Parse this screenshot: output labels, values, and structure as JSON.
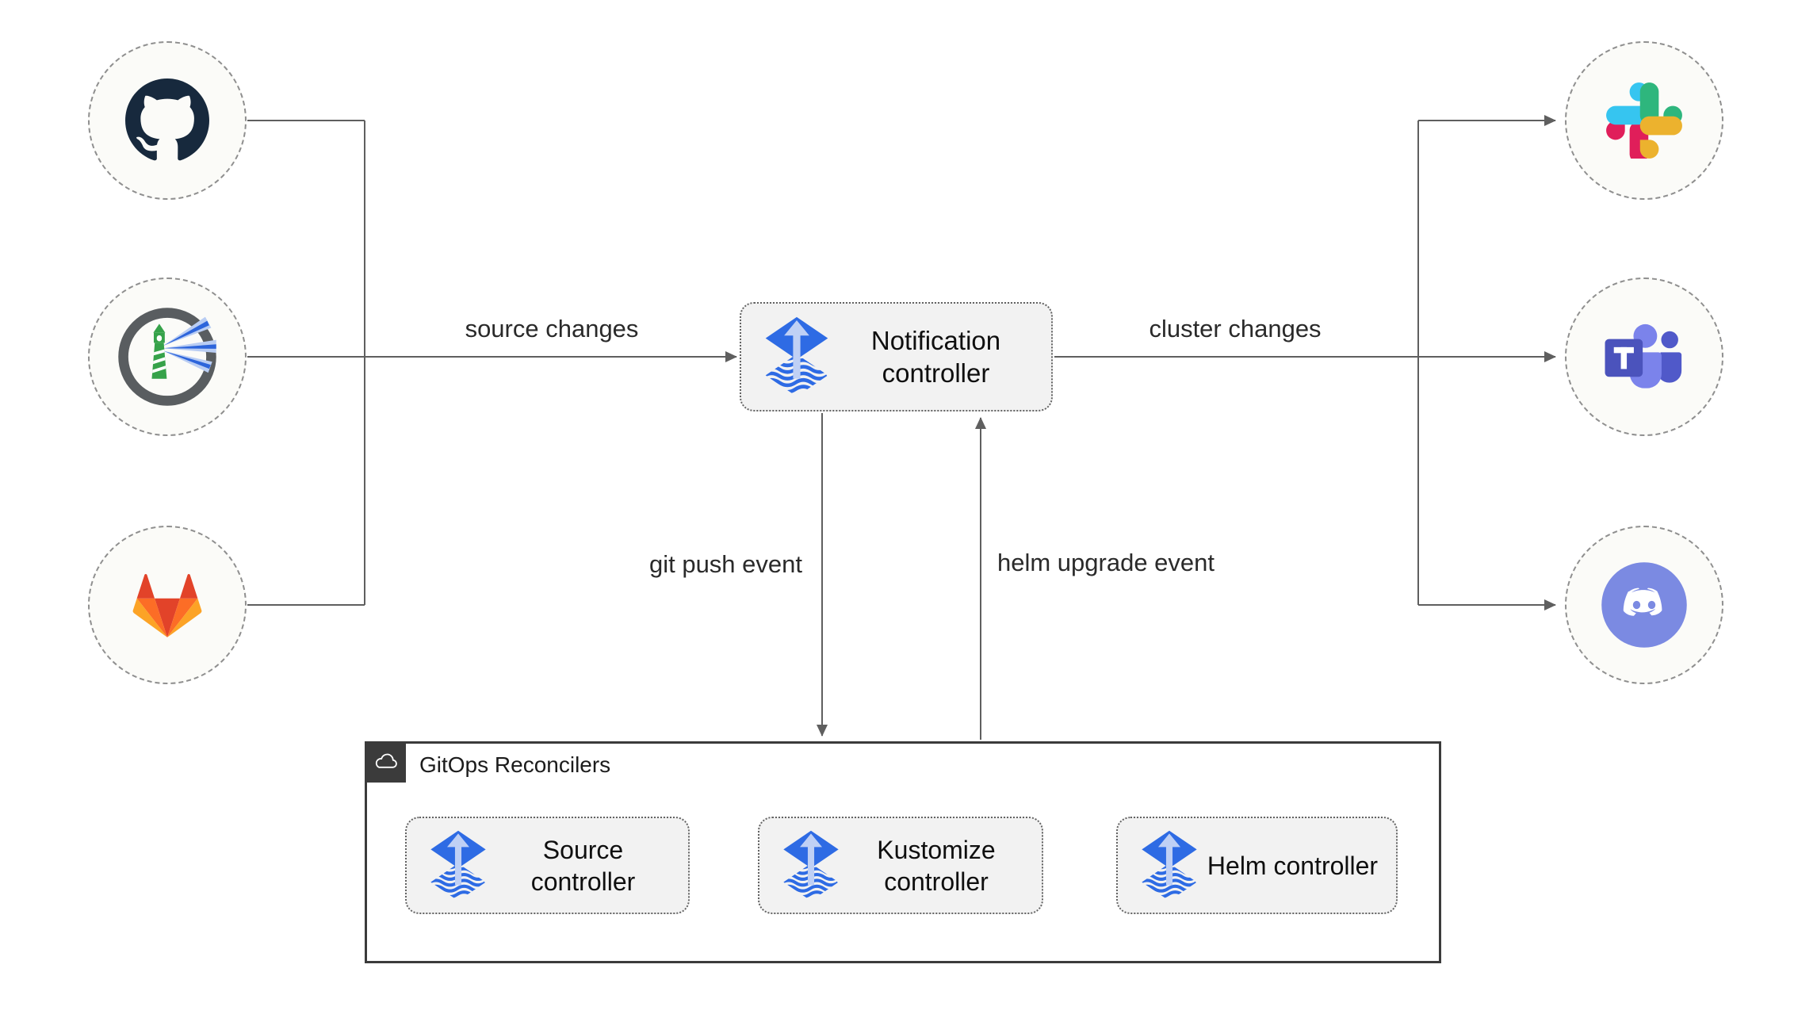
{
  "diagram_title": "Flux notification controller flow",
  "palette": {
    "edge": "#5f5f5f",
    "node_fill": "#f2f2f2",
    "node_border": "#636363",
    "circle_fill": "#fbfbf8",
    "circle_border": "#8f8f8f",
    "group_border": "#3b3b3b",
    "flux_blue": "#2e6be4",
    "flux_arrow_light": "#bfd0f5",
    "text": "#0f0f0f"
  },
  "sources": [
    {
      "icon": "github-icon",
      "name": "GitHub"
    },
    {
      "icon": "harbor-icon",
      "name": "Harbor"
    },
    {
      "icon": "gitlab-icon",
      "name": "GitLab"
    }
  ],
  "targets": [
    {
      "icon": "slack-icon",
      "name": "Slack"
    },
    {
      "icon": "teams-icon",
      "name": "Microsoft Teams"
    },
    {
      "icon": "discord-icon",
      "name": "Discord"
    }
  ],
  "nodes": {
    "notification": {
      "icon": "flux-icon",
      "label": "Notification controller"
    }
  },
  "edge_labels": {
    "source_changes": "source changes",
    "cluster_changes": "cluster changes",
    "git_push_event": "git push event",
    "helm_upgrade_event": "helm upgrade event"
  },
  "reconcilers": {
    "title": "GitOps Reconcilers",
    "icon": "cloud-icon",
    "controllers": [
      {
        "icon": "flux-icon",
        "label": "Source controller"
      },
      {
        "icon": "flux-icon",
        "label": "Kustomize controller"
      },
      {
        "icon": "flux-icon",
        "label": "Helm controller"
      }
    ]
  }
}
